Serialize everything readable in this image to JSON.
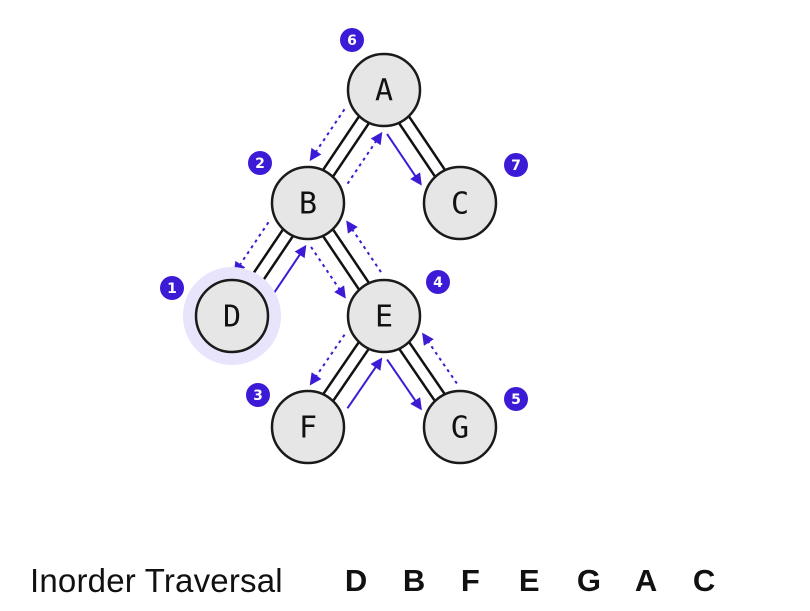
{
  "tree": {
    "nodes": [
      {
        "id": "A",
        "label": "A",
        "order": "6",
        "highlighted": false
      },
      {
        "id": "B",
        "label": "B",
        "order": "2",
        "highlighted": false
      },
      {
        "id": "C",
        "label": "C",
        "order": "7",
        "highlighted": false
      },
      {
        "id": "D",
        "label": "D",
        "order": "1",
        "highlighted": true
      },
      {
        "id": "E",
        "label": "E",
        "order": "4",
        "highlighted": false
      },
      {
        "id": "F",
        "label": "F",
        "order": "3",
        "highlighted": false
      },
      {
        "id": "G",
        "label": "G",
        "order": "5",
        "highlighted": false
      }
    ],
    "edges": [
      {
        "from": "A",
        "to": "B"
      },
      {
        "from": "A",
        "to": "C"
      },
      {
        "from": "B",
        "to": "D"
      },
      {
        "from": "B",
        "to": "E"
      },
      {
        "from": "E",
        "to": "F"
      },
      {
        "from": "E",
        "to": "G"
      }
    ],
    "traversal_arrows": [
      {
        "from": "A",
        "to": "B",
        "style": "dashed",
        "kind": "descend"
      },
      {
        "from": "B",
        "to": "A",
        "style": "dashed",
        "kind": "return"
      },
      {
        "from": "A",
        "to": "C",
        "style": "solid",
        "kind": "visit"
      },
      {
        "from": "B",
        "to": "D",
        "style": "dashed",
        "kind": "descend"
      },
      {
        "from": "D",
        "to": "B",
        "style": "solid",
        "kind": "visit"
      },
      {
        "from": "B",
        "to": "E",
        "style": "dashed",
        "kind": "descend"
      },
      {
        "from": "E",
        "to": "B",
        "style": "dashed",
        "kind": "return"
      },
      {
        "from": "E",
        "to": "F",
        "style": "dashed",
        "kind": "descend"
      },
      {
        "from": "F",
        "to": "E",
        "style": "solid",
        "kind": "visit"
      },
      {
        "from": "E",
        "to": "G",
        "style": "solid",
        "kind": "visit"
      },
      {
        "from": "G",
        "to": "E",
        "style": "dashed",
        "kind": "return"
      }
    ]
  },
  "colors": {
    "accent": "#3d1ad6",
    "node_fill": "#e6e6e6",
    "highlight_fill": "#d6d0f5",
    "highlight_halo": "#e8e4fb",
    "highlight_stroke": "#2a1aa0",
    "edge": "#111111"
  },
  "caption": {
    "label": "Inorder Traversal",
    "sequence": [
      "D",
      "B",
      "F",
      "E",
      "G",
      "A",
      "C"
    ]
  }
}
